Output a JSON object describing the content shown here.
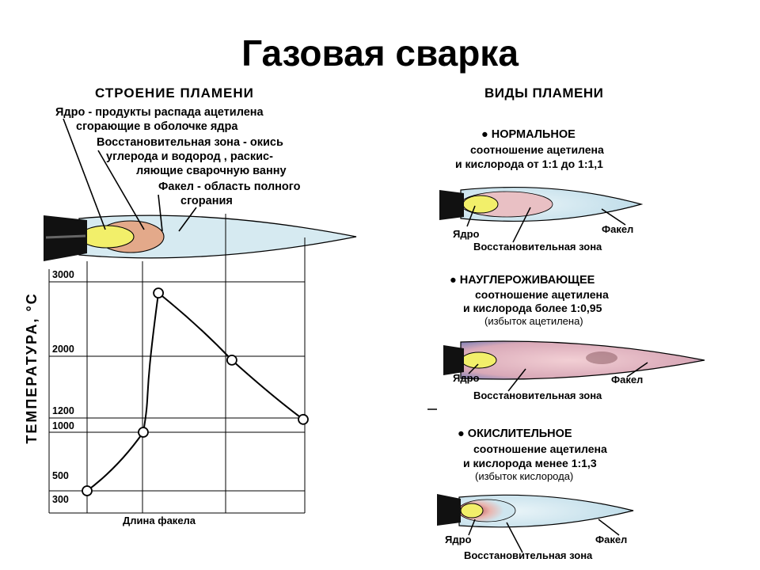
{
  "title": "Газовая сварка",
  "left": {
    "heading": "СТРОЕНИЕ ПЛАМЕНИ",
    "labels": {
      "core_line1": "Ядро - продукты распада ацетилена",
      "core_line2": "сгорающие в оболочке ядра",
      "reduce_line1": "Восстановительная зона - окись",
      "reduce_line2": "углерода и водород , раскис-",
      "reduce_line3": "ляющие сварочную ванну",
      "torch_line1": "Факел - область полного",
      "torch_line2": "сгорания"
    },
    "y_axis_label": "ТЕМПЕРАТУРА, °С",
    "x_axis_label": "Длина факела",
    "y_ticks": [
      "3000",
      "2000",
      "1200",
      "1000",
      "500",
      "300"
    ]
  },
  "chart_data": {
    "type": "line",
    "title": "",
    "xlabel": "Длина факела",
    "ylabel": "ТЕМПЕРАТУРА, °С",
    "y_ticks": [
      300,
      500,
      1000,
      1200,
      2000,
      3000
    ],
    "points": [
      {
        "x": 0.0,
        "y": 500
      },
      {
        "x": 0.26,
        "y": 1000
      },
      {
        "x": 0.33,
        "y": 2850
      },
      {
        "x": 0.67,
        "y": 1950
      },
      {
        "x": 1.0,
        "y": 1180
      }
    ]
  },
  "right": {
    "heading": "ВИДЫ ПЛАМЕНИ",
    "flames": [
      {
        "name": "НОРМАЛЬНОЕ",
        "desc1": "соотношение ацетилена",
        "desc2": "и кислорода от 1:1 до 1:1,1",
        "desc3": "",
        "core": "Ядро",
        "torch": "Факел",
        "zone": "Восстановительная зона"
      },
      {
        "name": "НАУГЛЕРОЖИВАЮЩЕЕ",
        "desc1": "соотношение ацетилена",
        "desc2": "и кислорода более 1:0,95",
        "desc3": "(избыток ацетилена)",
        "core": "Ядро",
        "torch": "Факел",
        "zone": "Восстановительная зона"
      },
      {
        "name": "ОКИСЛИТЕЛЬНОЕ",
        "desc1": "соотношение ацетилена",
        "desc2": "и кислорода менее 1:1,3",
        "desc3": "(избыток кислорода)",
        "core": "Ядро",
        "torch": "Факел",
        "zone": "Восстановительная зона"
      }
    ]
  },
  "colors": {
    "core": "#f2ef6a",
    "reduce": "#e8b7a0",
    "torch": "#cfe6ef",
    "nozzle": "#111111"
  }
}
